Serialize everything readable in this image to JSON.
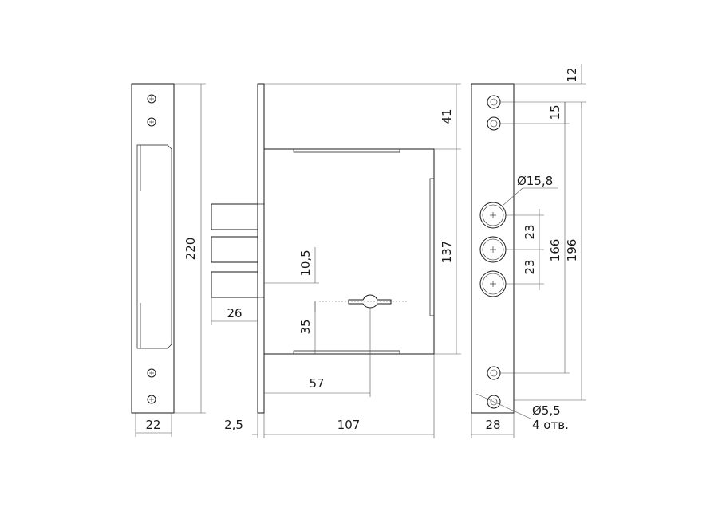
{
  "dimensions": {
    "strike_length": "220",
    "strike_width": "22",
    "faceplate_thickness": "2,5",
    "bolt_projection": "26",
    "bolt_gap": "10,5",
    "keyhole_offset": "35",
    "backset": "57",
    "case_depth": "107",
    "case_height": "137",
    "top_offset": "41",
    "hole_top": "12",
    "hole_spacing_top": "15",
    "bolt_hole_diameter": "Ø15,8",
    "bolt_spacing_1": "23",
    "bolt_spacing_2": "23",
    "mount_hole_span": "166",
    "faceplate_length": "196",
    "faceplate_width": "28",
    "mount_hole_diameter": "Ø5,5",
    "mount_hole_count": "4 отв."
  }
}
